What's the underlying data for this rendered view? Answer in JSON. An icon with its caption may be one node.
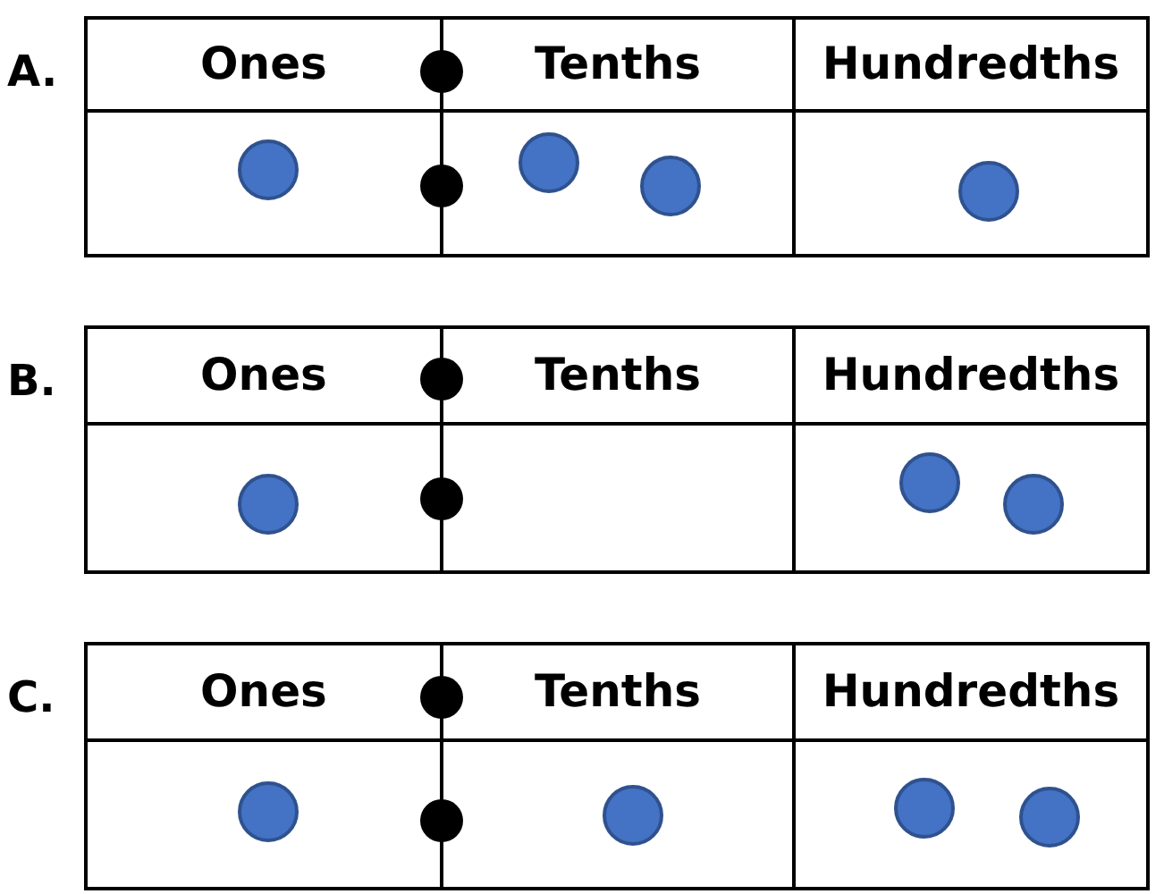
{
  "diagram": {
    "labels": [
      "A.",
      "Ones",
      "Tenths",
      "Hundredths",
      "B.",
      "Ones",
      "Tenths",
      "Hundredths",
      "C.",
      "Ones",
      "Tenths",
      "Hundredths"
    ]
  }
}
